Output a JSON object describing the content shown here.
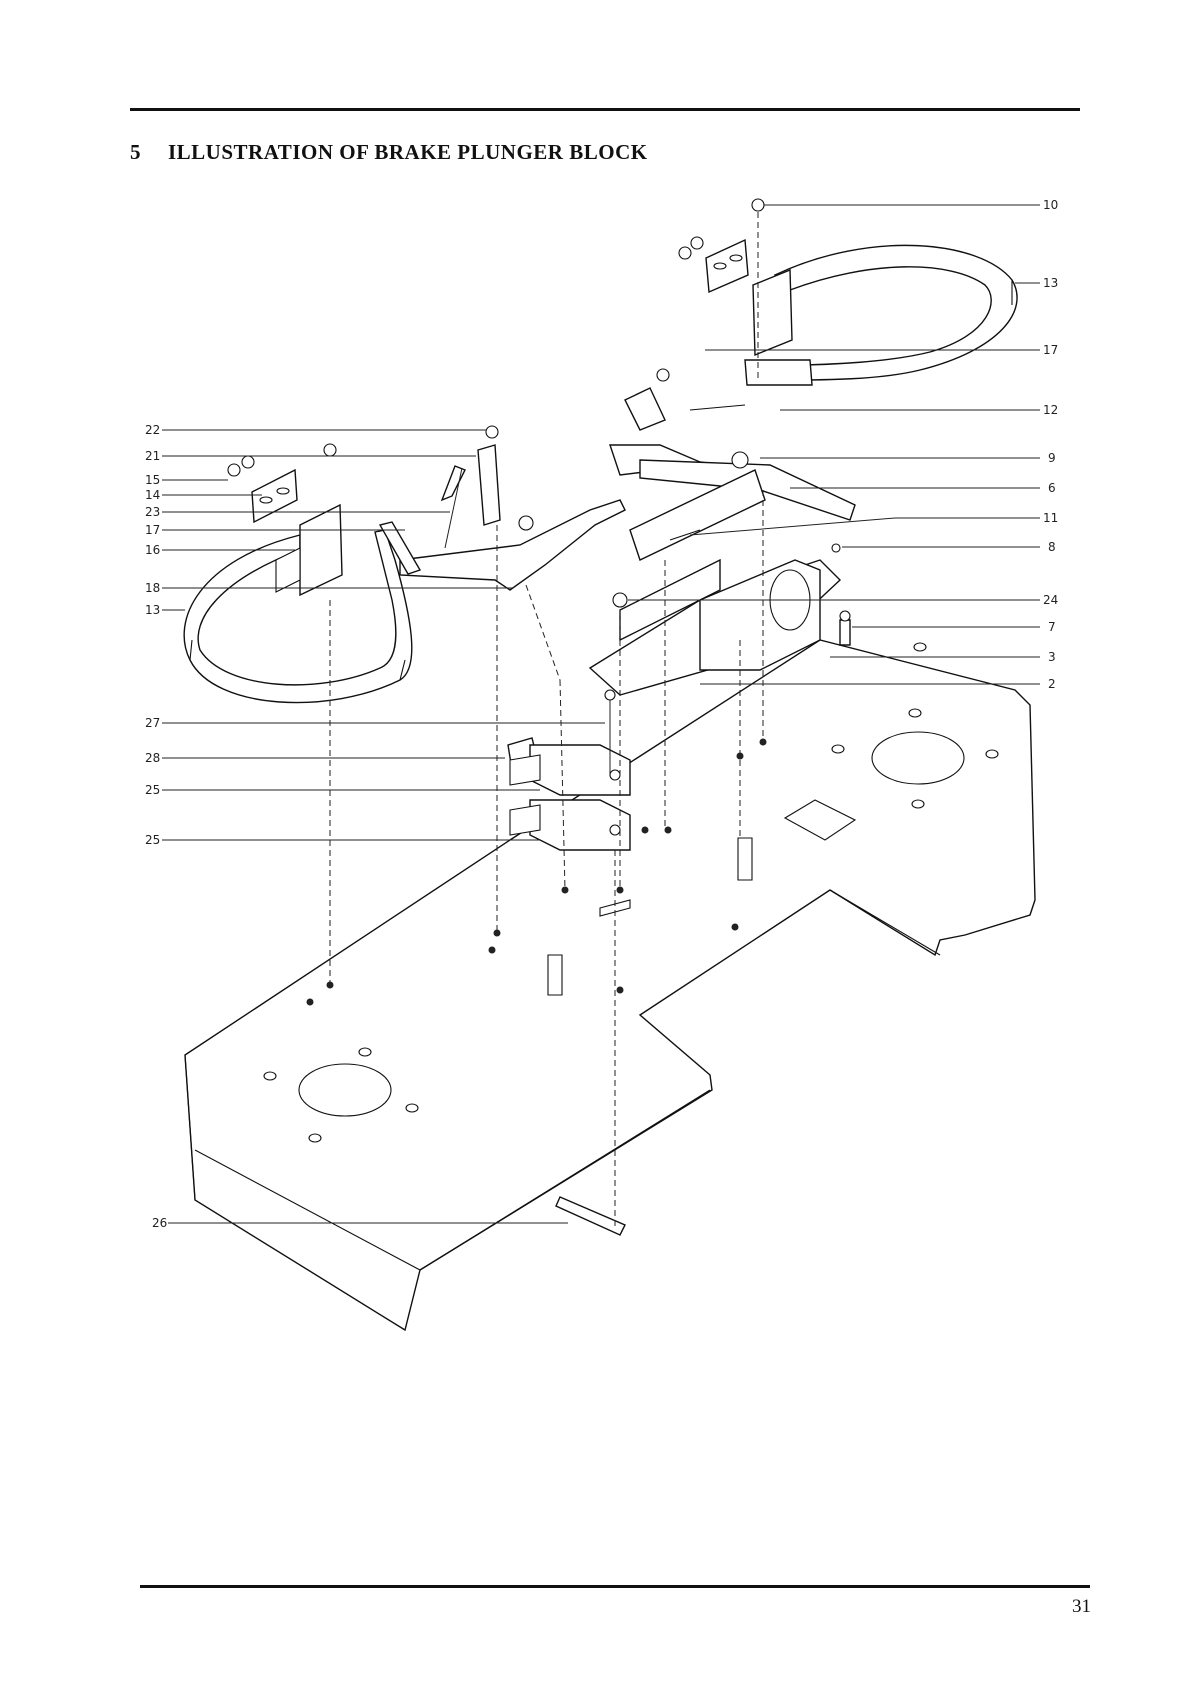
{
  "section_number": "5",
  "title": "ILLUSTRATION OF BRAKE PLUNGER BLOCK",
  "page_number": "31",
  "labels_right": [
    "10",
    "13",
    "17",
    "12",
    "9",
    "6",
    "11",
    "8",
    "24",
    "7",
    "3",
    "2"
  ],
  "labels_left": [
    "22",
    "21",
    "15",
    "14",
    "23",
    "17",
    "16",
    "18",
    "13",
    "27",
    "28",
    "25",
    "25",
    "26"
  ]
}
